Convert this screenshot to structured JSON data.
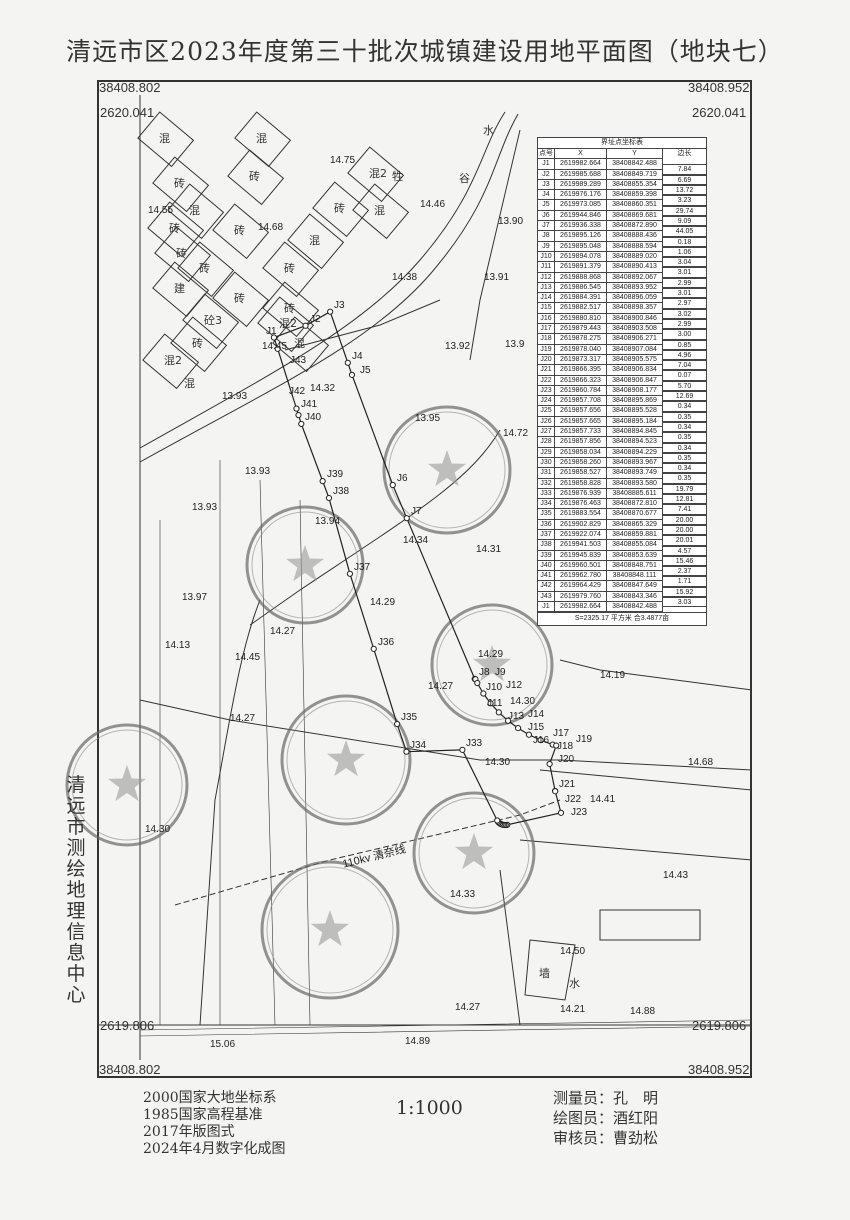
{
  "title": "清远市区2023年度第三十批次城镇建设用地平面图（地块七）",
  "corners": {
    "top_left_y": "38408.802",
    "top_right_y": "38408.952",
    "top_left_x": "2620.041",
    "top_right_x": "2620.041",
    "bottom_left_x": "2619.806",
    "bottom_right_x": "2619.806",
    "bottom_left_y": "38408.802",
    "bottom_right_y": "38408.952"
  },
  "side_stamp_text": "清远市测绘地理信息中心",
  "power_line_label": "110kv 清奈线",
  "table": {
    "title": "界址点坐标表",
    "headers": [
      "点号",
      "X",
      "Y",
      "边长"
    ],
    "rows": [
      [
        "J1",
        "2619982.664",
        "38408842.488"
      ],
      [
        "J2",
        "2619985.688",
        "38408849.719"
      ],
      [
        "J3",
        "2619989.289",
        "38408855.354"
      ],
      [
        "J4",
        "2619976.176",
        "38408859.398"
      ],
      [
        "J5",
        "2619973.085",
        "38408860.351"
      ],
      [
        "J6",
        "2619944.846",
        "38408869.681"
      ],
      [
        "J7",
        "2619936.338",
        "38408872.890"
      ],
      [
        "J8",
        "2619895.126",
        "38408888.436"
      ],
      [
        "J9",
        "2619895.048",
        "38408888.594"
      ],
      [
        "J10",
        "2619894.078",
        "38408889.020"
      ],
      [
        "J11",
        "2619891.379",
        "38408890.413"
      ],
      [
        "J12",
        "2619888.868",
        "38408892.067"
      ],
      [
        "J13",
        "2619886.545",
        "38408893.952"
      ],
      [
        "J14",
        "2619884.391",
        "38408896.059"
      ],
      [
        "J15",
        "2619882.517",
        "38408898.357"
      ],
      [
        "J16",
        "2619880.810",
        "38408900.846"
      ],
      [
        "J17",
        "2619879.443",
        "38408903.508"
      ],
      [
        "J18",
        "2619878.275",
        "38408906.271"
      ],
      [
        "J19",
        "2619878.040",
        "38408907.084"
      ],
      [
        "J20",
        "2619873.317",
        "38408905.575"
      ],
      [
        "J21",
        "2619866.395",
        "38408906.834"
      ],
      [
        "J22",
        "2619866.323",
        "38408906.847"
      ],
      [
        "J23",
        "2619860.784",
        "38408908.177"
      ],
      [
        "J24",
        "2619857.708",
        "38408895.869"
      ],
      [
        "J25",
        "2619857.656",
        "38408895.528"
      ],
      [
        "J26",
        "2619857.665",
        "38408895.184"
      ],
      [
        "J27",
        "2619857.733",
        "38408894.845"
      ],
      [
        "J28",
        "2619857.856",
        "38408894.523"
      ],
      [
        "J29",
        "2619858.034",
        "38408894.229"
      ],
      [
        "J30",
        "2619858.260",
        "38408893.967"
      ],
      [
        "J31",
        "2619858.527",
        "38408893.749"
      ],
      [
        "J32",
        "2619858.828",
        "38408893.580"
      ],
      [
        "J33",
        "2619876.939",
        "38408885.611"
      ],
      [
        "J34",
        "2619876.463",
        "38408872.810"
      ],
      [
        "J35",
        "2619883.554",
        "38408870.677"
      ],
      [
        "J36",
        "2619902.829",
        "38408865.329"
      ],
      [
        "J37",
        "2619922.074",
        "38408859.881"
      ],
      [
        "J38",
        "2619941.503",
        "38408855.084"
      ],
      [
        "J39",
        "2619945.839",
        "38408853.639"
      ],
      [
        "J40",
        "2619960.501",
        "38408848.751"
      ],
      [
        "J41",
        "2619962.780",
        "38408848.111"
      ],
      [
        "J42",
        "2619964.429",
        "38408847.649"
      ],
      [
        "J43",
        "2619979.760",
        "38408843.346"
      ],
      [
        "J1",
        "2619982.664",
        "38408842.488"
      ]
    ],
    "edges": [
      "7.84",
      "6.69",
      "13.72",
      "3.23",
      "29.74",
      "9.09",
      "44.05",
      "0.18",
      "1.06",
      "3.04",
      "3.01",
      "2.99",
      "3.01",
      "2.97",
      "3.02",
      "2.99",
      "3.00",
      "0.85",
      "4.96",
      "7.04",
      "0.07",
      "5.70",
      "12.69",
      "0.34",
      "0.35",
      "0.34",
      "0.35",
      "0.34",
      "0.35",
      "0.34",
      "0.35",
      "19.79",
      "12.81",
      "7.41",
      "20.00",
      "20.00",
      "20.01",
      "4.57",
      "15.46",
      "2.37",
      "1.71",
      "15.92",
      "3.03"
    ],
    "area": "S=2325.17 平方米 合3.4877亩"
  },
  "elevations": [
    "14.75",
    "14.55",
    "14.68",
    "14.46",
    "13.90",
    "13.91",
    "14.38",
    "14.45",
    "13.92",
    "13.9",
    "14.32",
    "13.93",
    "13.95",
    "14.72",
    "13.93",
    "13.93",
    "13.94",
    "14.34",
    "14.31",
    "13.97",
    "14.29",
    "14.27",
    "14.13",
    "14.45",
    "14.29",
    "14.27",
    "14.30",
    "14.19",
    "14.27",
    "14.30",
    "14.68",
    "14.41",
    "14.30",
    "14.43",
    "14.33",
    "14.50",
    "14.27",
    "14.21",
    "14.88",
    "15.06",
    "14.89"
  ],
  "building_labels": [
    "混",
    "混",
    "砖",
    "砖",
    "混",
    "砖",
    "砖",
    "砖",
    "混2",
    "混",
    "砖",
    "砖",
    "建",
    "砖",
    "混",
    "砖",
    "砖",
    "砼3",
    "混2",
    "混",
    "砖",
    "混2",
    "混",
    "水",
    "谷",
    "牲",
    "墙",
    "水"
  ],
  "footer": {
    "left": [
      "2000国家大地坐标系",
      "1985国家高程基准",
      "2017年版图式",
      "2024年4月数字化成图"
    ],
    "scale": "1:1000",
    "right": [
      "测量员：孔　明",
      "绘图员：酒红阳",
      "审核员：曹劲松"
    ]
  },
  "colors": {
    "line": "#333333",
    "stamp": "#555555",
    "paper": "#f4f4f2"
  }
}
